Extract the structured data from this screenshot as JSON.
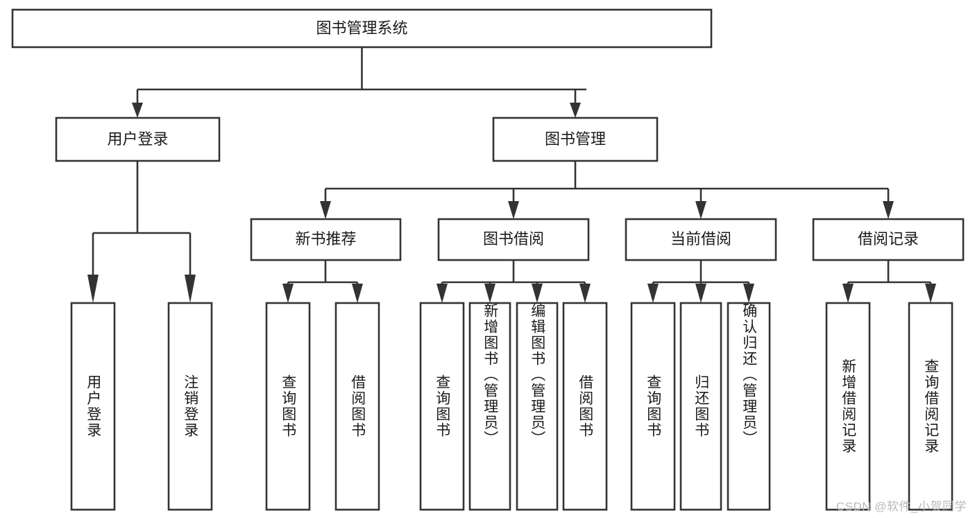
{
  "diagram": {
    "title": "图书管理系统",
    "type": "tree-hierarchy",
    "watermark": "CSDN @软件_小贺同学",
    "colors": {
      "stroke": "#333333",
      "fill": "#ffffff",
      "text": "#1a1a1a",
      "watermark": "#b9b9b9"
    },
    "root": {
      "label": "图书管理系统"
    },
    "level2": [
      {
        "label": "用户登录"
      },
      {
        "label": "图书管理"
      }
    ],
    "level3": [
      {
        "label": "新书推荐"
      },
      {
        "label": "图书借阅"
      },
      {
        "label": "当前借阅"
      },
      {
        "label": "借阅记录"
      }
    ],
    "leaves": {
      "user_login": [
        {
          "label": "用户登录"
        },
        {
          "label": "注销登录"
        }
      ],
      "new_book": [
        {
          "label": "查询图书"
        },
        {
          "label": "借阅图书"
        }
      ],
      "book_borrow": [
        {
          "label": "查询图书"
        },
        {
          "label": "新增图书（管理员）"
        },
        {
          "label": "编辑图书（管理员）"
        },
        {
          "label": "借阅图书"
        }
      ],
      "current_borrow": [
        {
          "label": "查询图书"
        },
        {
          "label": "归还图书"
        },
        {
          "label": "确认归还（管理员）"
        }
      ],
      "borrow_record": [
        {
          "label": "新增借阅记录"
        },
        {
          "label": "查询借阅记录"
        }
      ]
    }
  }
}
